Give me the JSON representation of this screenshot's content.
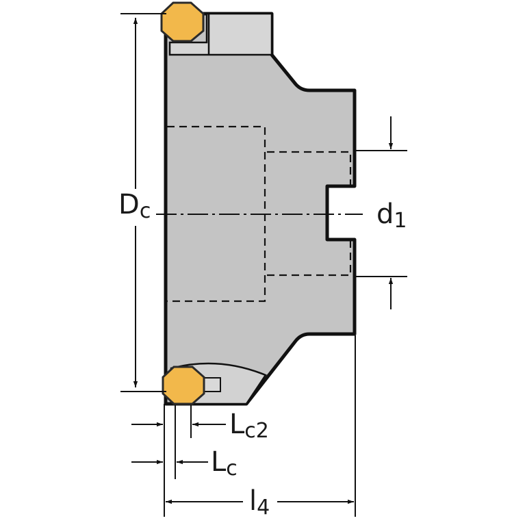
{
  "colors": {
    "body_fill": "#c4c4c4",
    "outline": "#111111",
    "insert_fill": "#f2b84b",
    "insert_stroke": "#2b2b2b",
    "background": "#ffffff"
  },
  "labels": {
    "dc": {
      "main": "D",
      "sub": "c"
    },
    "d1": {
      "main": "d",
      "sub": "1"
    },
    "lc2": {
      "main": "L",
      "sub": "c2"
    },
    "lc": {
      "main": "L",
      "sub": "c"
    },
    "l4": {
      "main": "l",
      "sub": "4"
    }
  }
}
